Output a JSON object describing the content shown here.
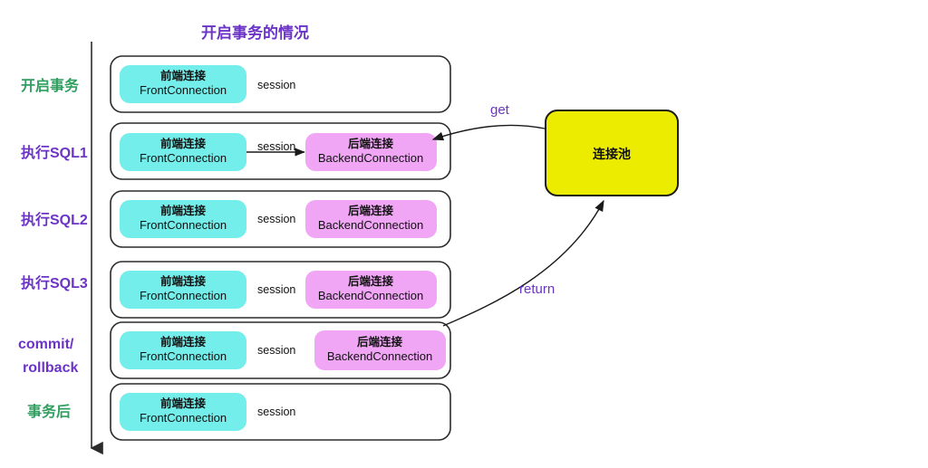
{
  "title": "开启事务的情况",
  "colors": {
    "title": "#6b34c6",
    "stage_green": "#2f9e5e",
    "stage_purple": "#6b34c6",
    "front_connection": "#73eeea",
    "backend_connection": "#f0a6f5",
    "pool": "#ecec00",
    "row_outline": "#2b2b2b",
    "text": "#111111"
  },
  "timeline": {
    "axis_name": "time-axis",
    "direction": "downward"
  },
  "stages": [
    {
      "label": "开启事务",
      "color": "green",
      "multiline": false
    },
    {
      "label": "执行SQL1",
      "color": "purple",
      "multiline": false
    },
    {
      "label": "执行SQL2",
      "color": "purple",
      "multiline": false
    },
    {
      "label": "执行SQL3",
      "color": "purple",
      "multiline": false
    },
    {
      "label": "commit/",
      "label2": "rollback",
      "color": "purple",
      "multiline": true
    },
    {
      "label": "事务后",
      "color": "green",
      "multiline": false
    }
  ],
  "rows": [
    {
      "stage": "开启事务",
      "front": {
        "cn": "前端连接",
        "en": "FrontConnection"
      },
      "session": "session",
      "backend": null,
      "has_inner_arrow": false
    },
    {
      "stage": "执行SQL1",
      "front": {
        "cn": "前端连接",
        "en": "FrontConnection"
      },
      "session": "session",
      "backend": {
        "cn": "后端连接",
        "en": "BackendConnection"
      },
      "has_inner_arrow": true
    },
    {
      "stage": "执行SQL2",
      "front": {
        "cn": "前端连接",
        "en": "FrontConnection"
      },
      "session": "session",
      "backend": {
        "cn": "后端连接",
        "en": "BackendConnection"
      },
      "has_inner_arrow": false
    },
    {
      "stage": "执行SQL3",
      "front": {
        "cn": "前端连接",
        "en": "FrontConnection"
      },
      "session": "session",
      "backend": {
        "cn": "后端连接",
        "en": "BackendConnection"
      },
      "has_inner_arrow": false
    },
    {
      "stage": "commit/rollback",
      "front": {
        "cn": "前端连接",
        "en": "FrontConnection"
      },
      "session": "session",
      "backend": {
        "cn": "后端连接",
        "en": "BackendConnection"
      },
      "has_inner_arrow": false
    },
    {
      "stage": "事务后",
      "front": {
        "cn": "前端连接",
        "en": "FrontConnection"
      },
      "session": "session",
      "backend": null,
      "has_inner_arrow": false
    }
  ],
  "pool": {
    "label": "连接池"
  },
  "edges": [
    {
      "label": "get",
      "from": "pool",
      "to": "sql1-backend"
    },
    {
      "label": "return",
      "from": "commit-backend",
      "to": "pool"
    }
  ]
}
